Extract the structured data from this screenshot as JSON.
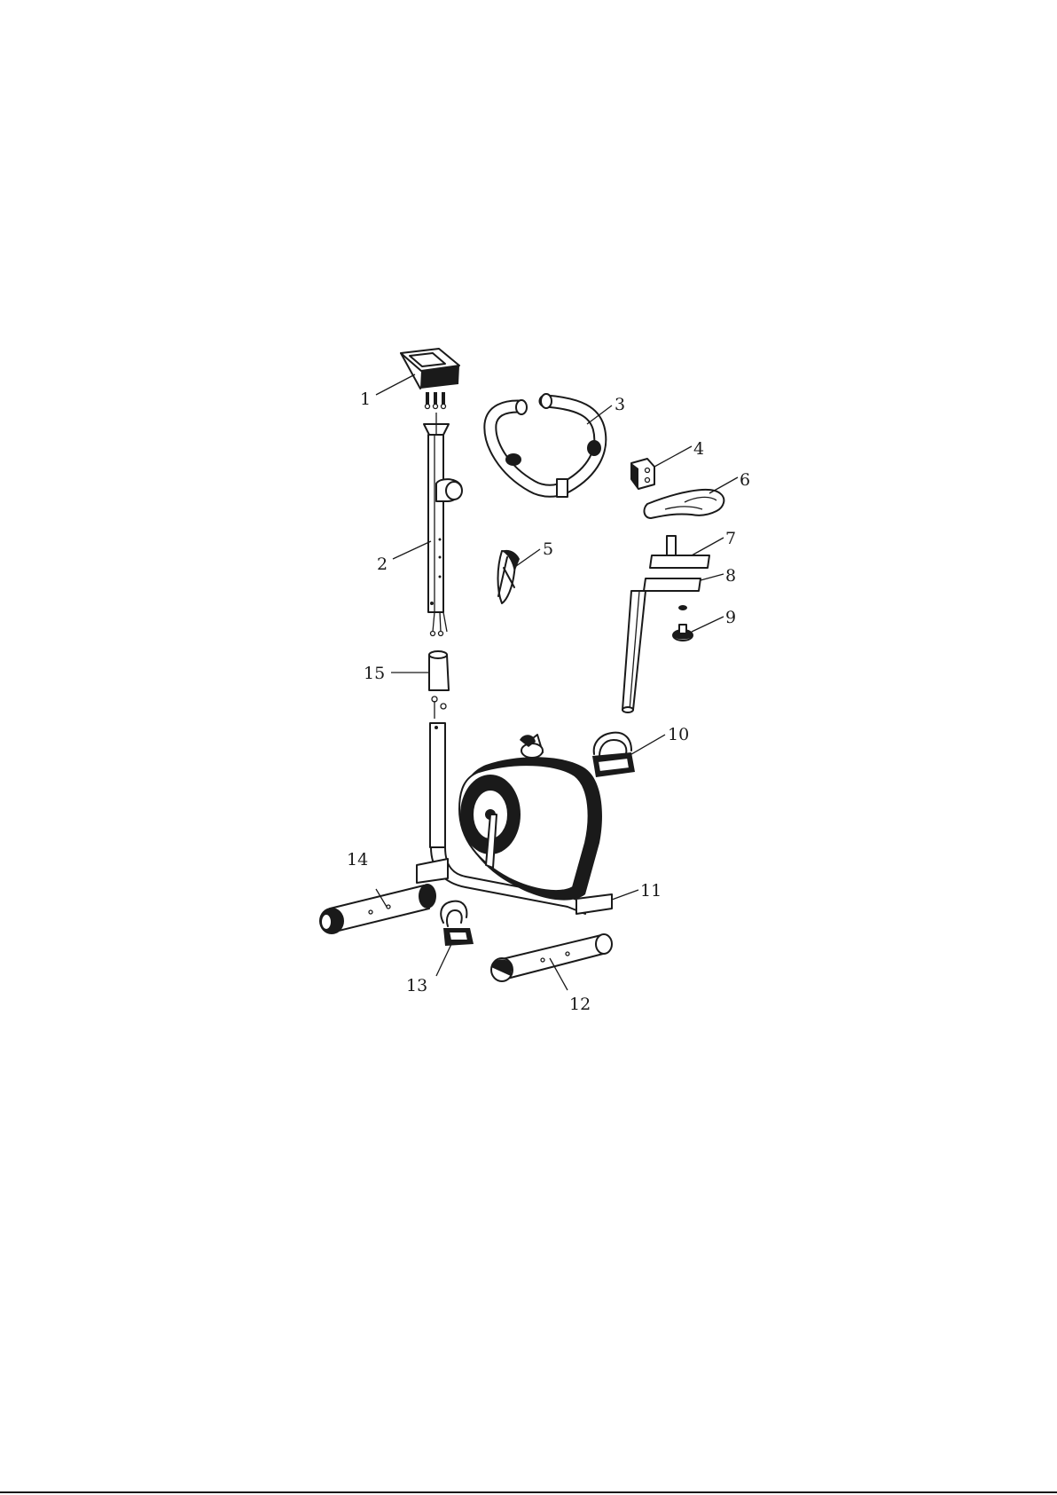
{
  "diagram": {
    "parts": [
      {
        "id": "1",
        "label": "1"
      },
      {
        "id": "2",
        "label": "2"
      },
      {
        "id": "3",
        "label": "3"
      },
      {
        "id": "4",
        "label": "4"
      },
      {
        "id": "5",
        "label": "5"
      },
      {
        "id": "6",
        "label": "6"
      },
      {
        "id": "7",
        "label": "7"
      },
      {
        "id": "8",
        "label": "8"
      },
      {
        "id": "9",
        "label": "9"
      },
      {
        "id": "10",
        "label": "10"
      },
      {
        "id": "11",
        "label": "11"
      },
      {
        "id": "12",
        "label": "12"
      },
      {
        "id": "13",
        "label": "13"
      },
      {
        "id": "14",
        "label": "14"
      },
      {
        "id": "15",
        "label": "15"
      }
    ]
  }
}
